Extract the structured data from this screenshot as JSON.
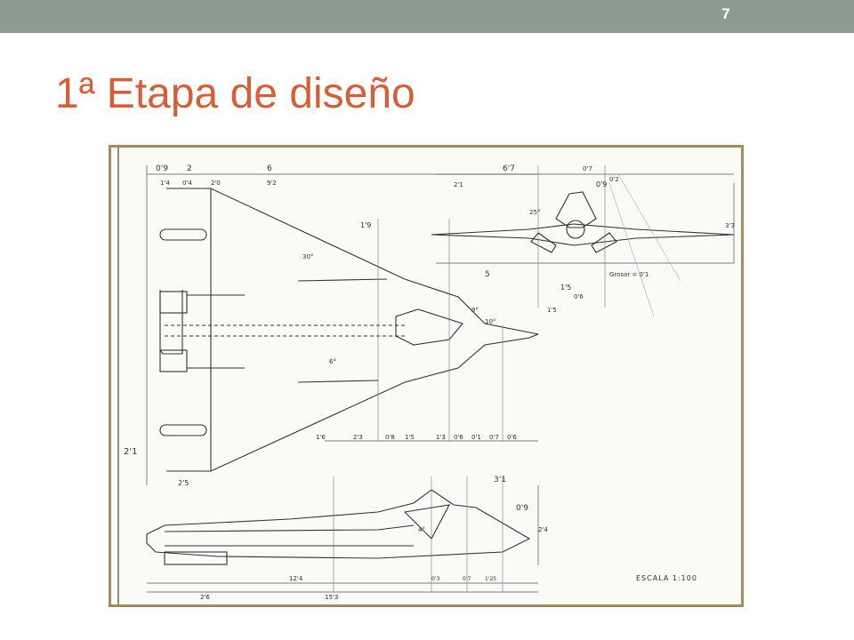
{
  "slide": {
    "number": "7"
  },
  "title": "1ª Etapa de diseño",
  "drawing": {
    "scale_label": "ESCALA 1:100",
    "thickness_label": "Grosor = 0'1",
    "top_dims": [
      "0'9",
      "2",
      "6",
      "1'4",
      "0'4",
      "2'0",
      "9'2"
    ],
    "front_dims": [
      "6'7",
      "2'1",
      "0'7",
      "0'9",
      "0'2",
      "1'5",
      "5",
      "1'5",
      "0'6",
      "3'3"
    ],
    "side_dims": [
      "2'6",
      "12'4",
      "15'3",
      "3'1",
      "0'9",
      "2'4",
      "0'3",
      "0'7",
      "1'25"
    ],
    "plan_dims": [
      "1'6",
      "2'3",
      "0'8",
      "1'5",
      "1'3",
      "0'6",
      "0'1",
      "0'7",
      "0'6",
      "2'1",
      "2'5",
      "1'9"
    ],
    "angle_labels": [
      "30°",
      "25°",
      "9°",
      "10°",
      "6°",
      "4°"
    ]
  },
  "colors": {
    "topbar": "#8c9c91",
    "title": "#d1603d",
    "frame_border": "#a38a63",
    "paper": "#fafaf7"
  }
}
